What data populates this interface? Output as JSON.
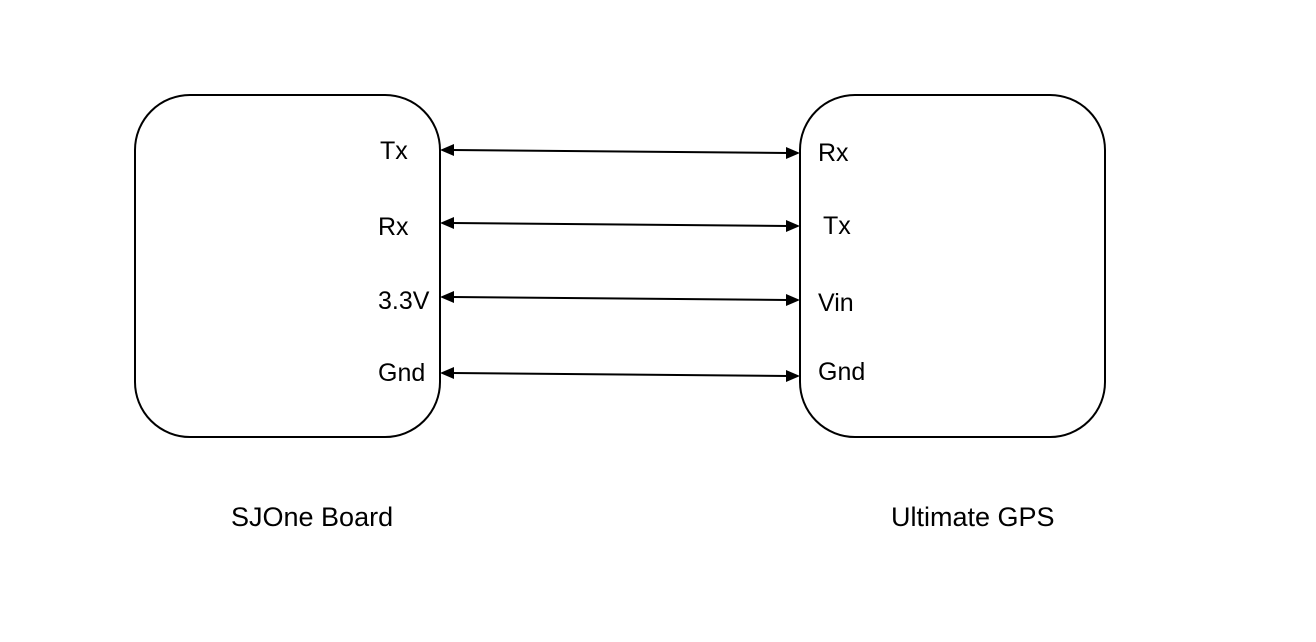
{
  "left_board": {
    "name": "SJOne Board",
    "pins": [
      "Tx",
      "Rx",
      "3.3V",
      "Gnd"
    ]
  },
  "right_board": {
    "name": "Ultimate GPS",
    "pins": [
      "Rx",
      "Tx",
      "Vin",
      "Gnd"
    ]
  },
  "connections": [
    {
      "from": "Tx",
      "to": "Rx",
      "direction": "bidirectional"
    },
    {
      "from": "Rx",
      "to": "Tx",
      "direction": "bidirectional"
    },
    {
      "from": "3.3V",
      "to": "Vin",
      "direction": "bidirectional"
    },
    {
      "from": "Gnd",
      "to": "Gnd",
      "direction": "bidirectional"
    }
  ],
  "colors": {
    "line": "#000000",
    "background": "#ffffff"
  }
}
